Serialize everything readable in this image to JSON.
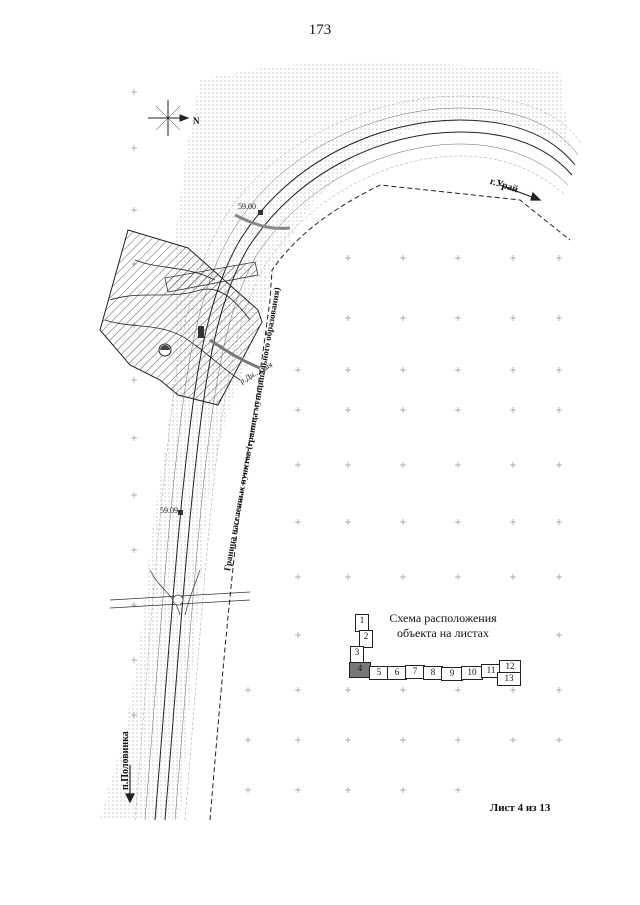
{
  "page_number": "173",
  "sheet_label": "Лист 4 из 13",
  "legend": {
    "title_line1": "Схема расположения",
    "title_line2": "объекта на листах",
    "cells": [
      "1",
      "2",
      "3",
      "4",
      "5",
      "6",
      "7",
      "8",
      "9",
      "10",
      "11",
      "12",
      "13"
    ],
    "highlighted": "4"
  },
  "map_labels": {
    "direction_uray": "г.Урай",
    "direction_polovinka": "п.Половинка",
    "level_1": "59.00",
    "level_2": "59.09",
    "river": "р.Ди...ская",
    "boundary_text": "Граница населенных пунктов (граница муниципального образования)"
  },
  "north_marker": "N"
}
